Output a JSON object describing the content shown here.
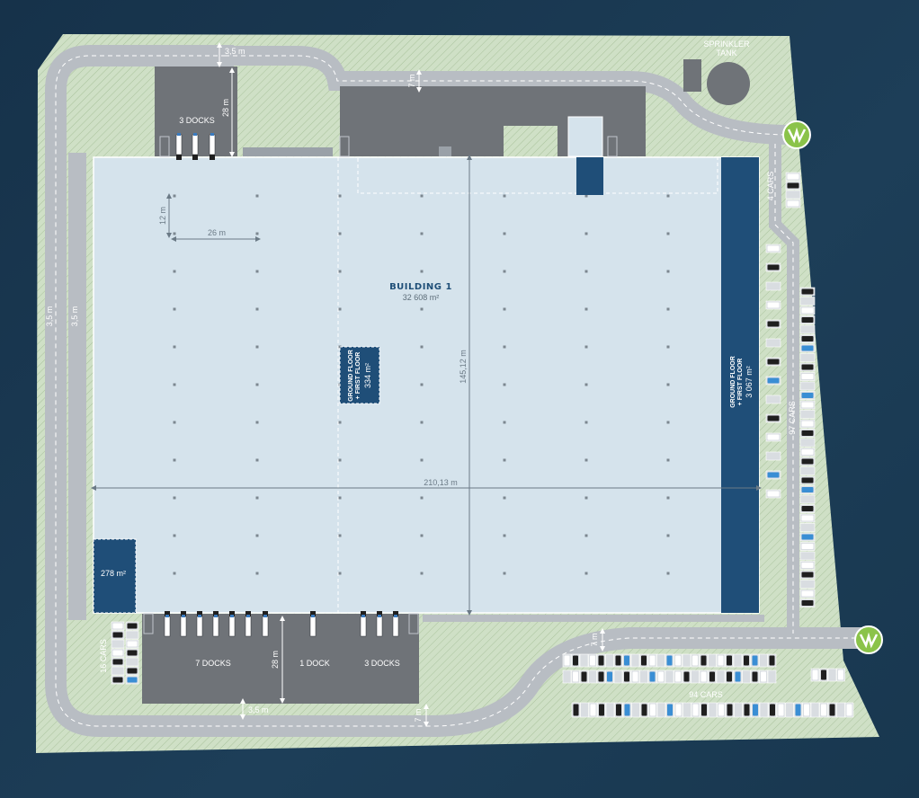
{
  "building": {
    "title": "BUILDING 1",
    "area": "32 608 m²"
  },
  "offices": {
    "mezz_center": {
      "line1": "GROUND FLOOR",
      "line2": "+ FIRST FLOOR",
      "area": "334 m²"
    },
    "east_strip": {
      "line1": "GROUND FLOOR",
      "line2": "+ FIRST FLOOR",
      "area": "3 067 m²"
    },
    "corner": {
      "area": "278 m²"
    }
  },
  "sprinkler": {
    "line1": "SPRINKLER",
    "line2": "TANK"
  },
  "docks": {
    "north": "3 DOCKS",
    "south_a": "7 DOCKS",
    "south_b": "1 DOCK",
    "south_c": "3 DOCKS"
  },
  "parking": {
    "east_small": "4 CARS",
    "east_long": "97 CARS",
    "west": "16 CARS",
    "south": "94 CARS"
  },
  "dims": {
    "road_north": "3,5 m",
    "road_south": "3,5 m",
    "road_west_a": "3,5 m",
    "road_west_b": "3,5 m",
    "apron_north": "28 m",
    "apron_south": "28 m",
    "lane_north": "7 m",
    "lane_south_a": "7 m",
    "lane_south_b": "7 m",
    "grid_y": "12 m",
    "grid_x": "26 m",
    "building_w": "210,13 m",
    "building_h": "145,12 m"
  },
  "colors": {
    "grass": "#cfe0c6",
    "road": "#b8bdc3",
    "apron": "#6f7378",
    "building": "#d5e3ec",
    "office": "#1f4e78",
    "entry": "#8bc34a"
  },
  "icons": {
    "entry": "entry-arrow-icon"
  }
}
